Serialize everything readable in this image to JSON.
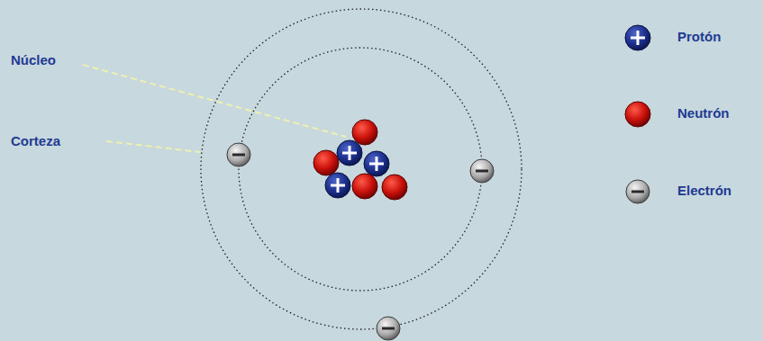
{
  "diagram": {
    "labels": [
      "Núcleo",
      "Corteza"
    ],
    "legend": [
      {
        "text": "Protón"
      },
      {
        "text": "Neutrón"
      },
      {
        "text": "Electrón"
      }
    ]
  }
}
